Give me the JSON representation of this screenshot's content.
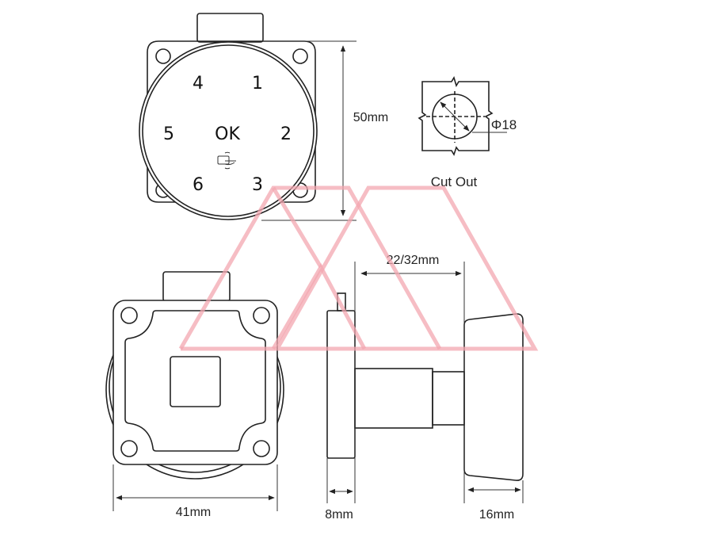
{
  "front_view": {
    "keys": [
      "4",
      "1",
      "5",
      "OK",
      "2",
      "6",
      "3"
    ],
    "card_icon": "card-tap-icon",
    "height_label": "50mm"
  },
  "cut_out": {
    "diameter_label": "Φ18",
    "title": "Cut Out"
  },
  "back_view": {
    "width_label": "41mm"
  },
  "side_view": {
    "shaft_label": "22/32mm",
    "plate_label": "8mm",
    "knob_label": "16mm"
  },
  "colors": {
    "line": "#222222",
    "watermark": "#f3a7b0"
  }
}
